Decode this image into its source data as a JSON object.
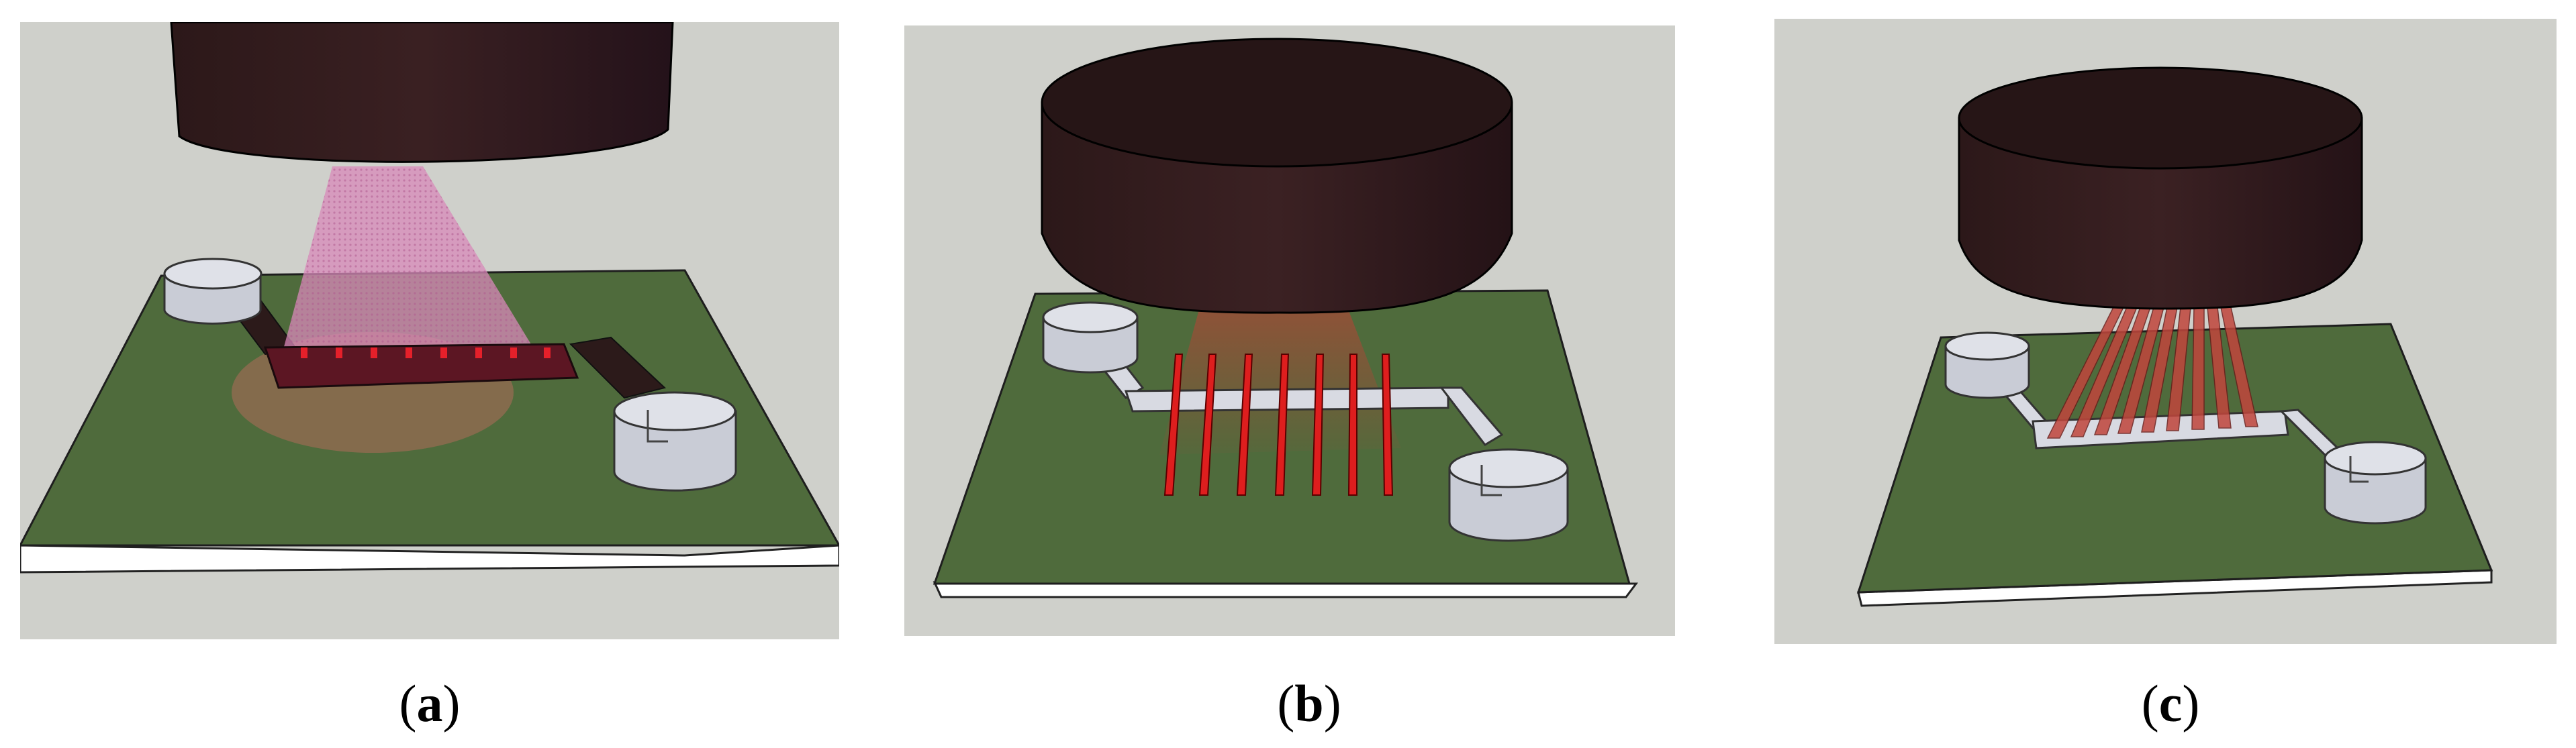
{
  "panels": [
    {
      "id": "a",
      "label": "a"
    },
    {
      "id": "b",
      "label": "b"
    },
    {
      "id": "c",
      "label": "c"
    }
  ],
  "colors": {
    "background": "#cfd0cb",
    "board": "#4f6b3c",
    "board_edge": "#ffffff",
    "objective": "#261516",
    "channel_glass": "#c9ccd6",
    "laser": "#d11a1a",
    "light_cone": "#d889b9",
    "caption_text": "#000000"
  }
}
